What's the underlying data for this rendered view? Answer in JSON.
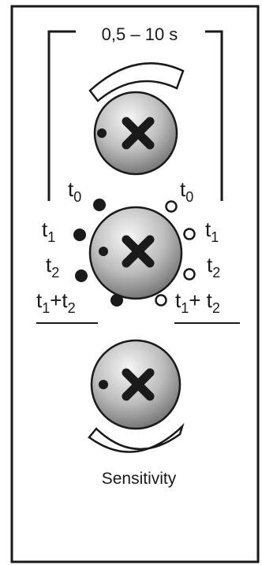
{
  "time_range": "0,5 – 10 s",
  "mode_labels": {
    "left": [
      {
        "main": "t",
        "sub": "0",
        "fill": "filled"
      },
      {
        "main": "t",
        "sub": "1",
        "fill": "filled"
      },
      {
        "main": "t",
        "sub": "2",
        "fill": "filled"
      },
      {
        "main": "t",
        "sub": "1",
        "plus": "+t",
        "sub2": "2",
        "fill": "filled"
      }
    ],
    "right": [
      {
        "main": "t",
        "sub": "0",
        "fill": "hollow"
      },
      {
        "main": "t",
        "sub": "1",
        "fill": "hollow"
      },
      {
        "main": "t",
        "sub": "2",
        "fill": "hollow"
      },
      {
        "main": "t",
        "sub": "1",
        "plus": "+ t",
        "sub2": "2",
        "fill": "hollow"
      }
    ]
  },
  "knobs": [
    {
      "name": "time-knob",
      "icon": "x-icon"
    },
    {
      "name": "mode-knob",
      "icon": "x-icon"
    },
    {
      "name": "sensitivity-knob",
      "icon": "x-icon"
    }
  ],
  "sensitivity_label": "Sensitivity",
  "colors": {
    "outline": "#1a1a1a",
    "knob_light": "#f2f2f2",
    "knob_dark": "#6e6e6e"
  }
}
